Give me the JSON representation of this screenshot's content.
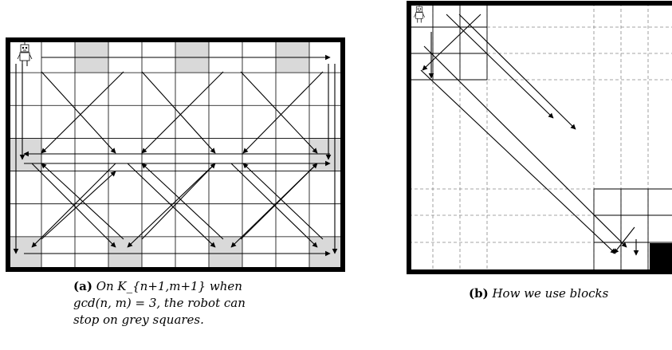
{
  "panel_a": {
    "label": "(a)",
    "caption_line1": "On K_{n+1,m+1} when",
    "caption_math": "gcd(n, m) = 3, the robot can",
    "caption_line3": "stop on grey squares.",
    "grid": {
      "columns": 10,
      "rows": 7,
      "grey_cells": [
        [
          2,
          0
        ],
        [
          5,
          0
        ],
        [
          8,
          0
        ],
        [
          0,
          3
        ],
        [
          9,
          3
        ],
        [
          0,
          6
        ],
        [
          3,
          6
        ],
        [
          6,
          6
        ],
        [
          9,
          6
        ]
      ]
    },
    "colors": {
      "grey": "#d9d9d9",
      "border": "#000000"
    },
    "icon": "robot-icon"
  },
  "panel_b": {
    "label": "(b)",
    "caption": "How we use blocks",
    "colors": {
      "block": "#000000",
      "dashed": "#888888"
    },
    "icon": "robot-icon"
  }
}
